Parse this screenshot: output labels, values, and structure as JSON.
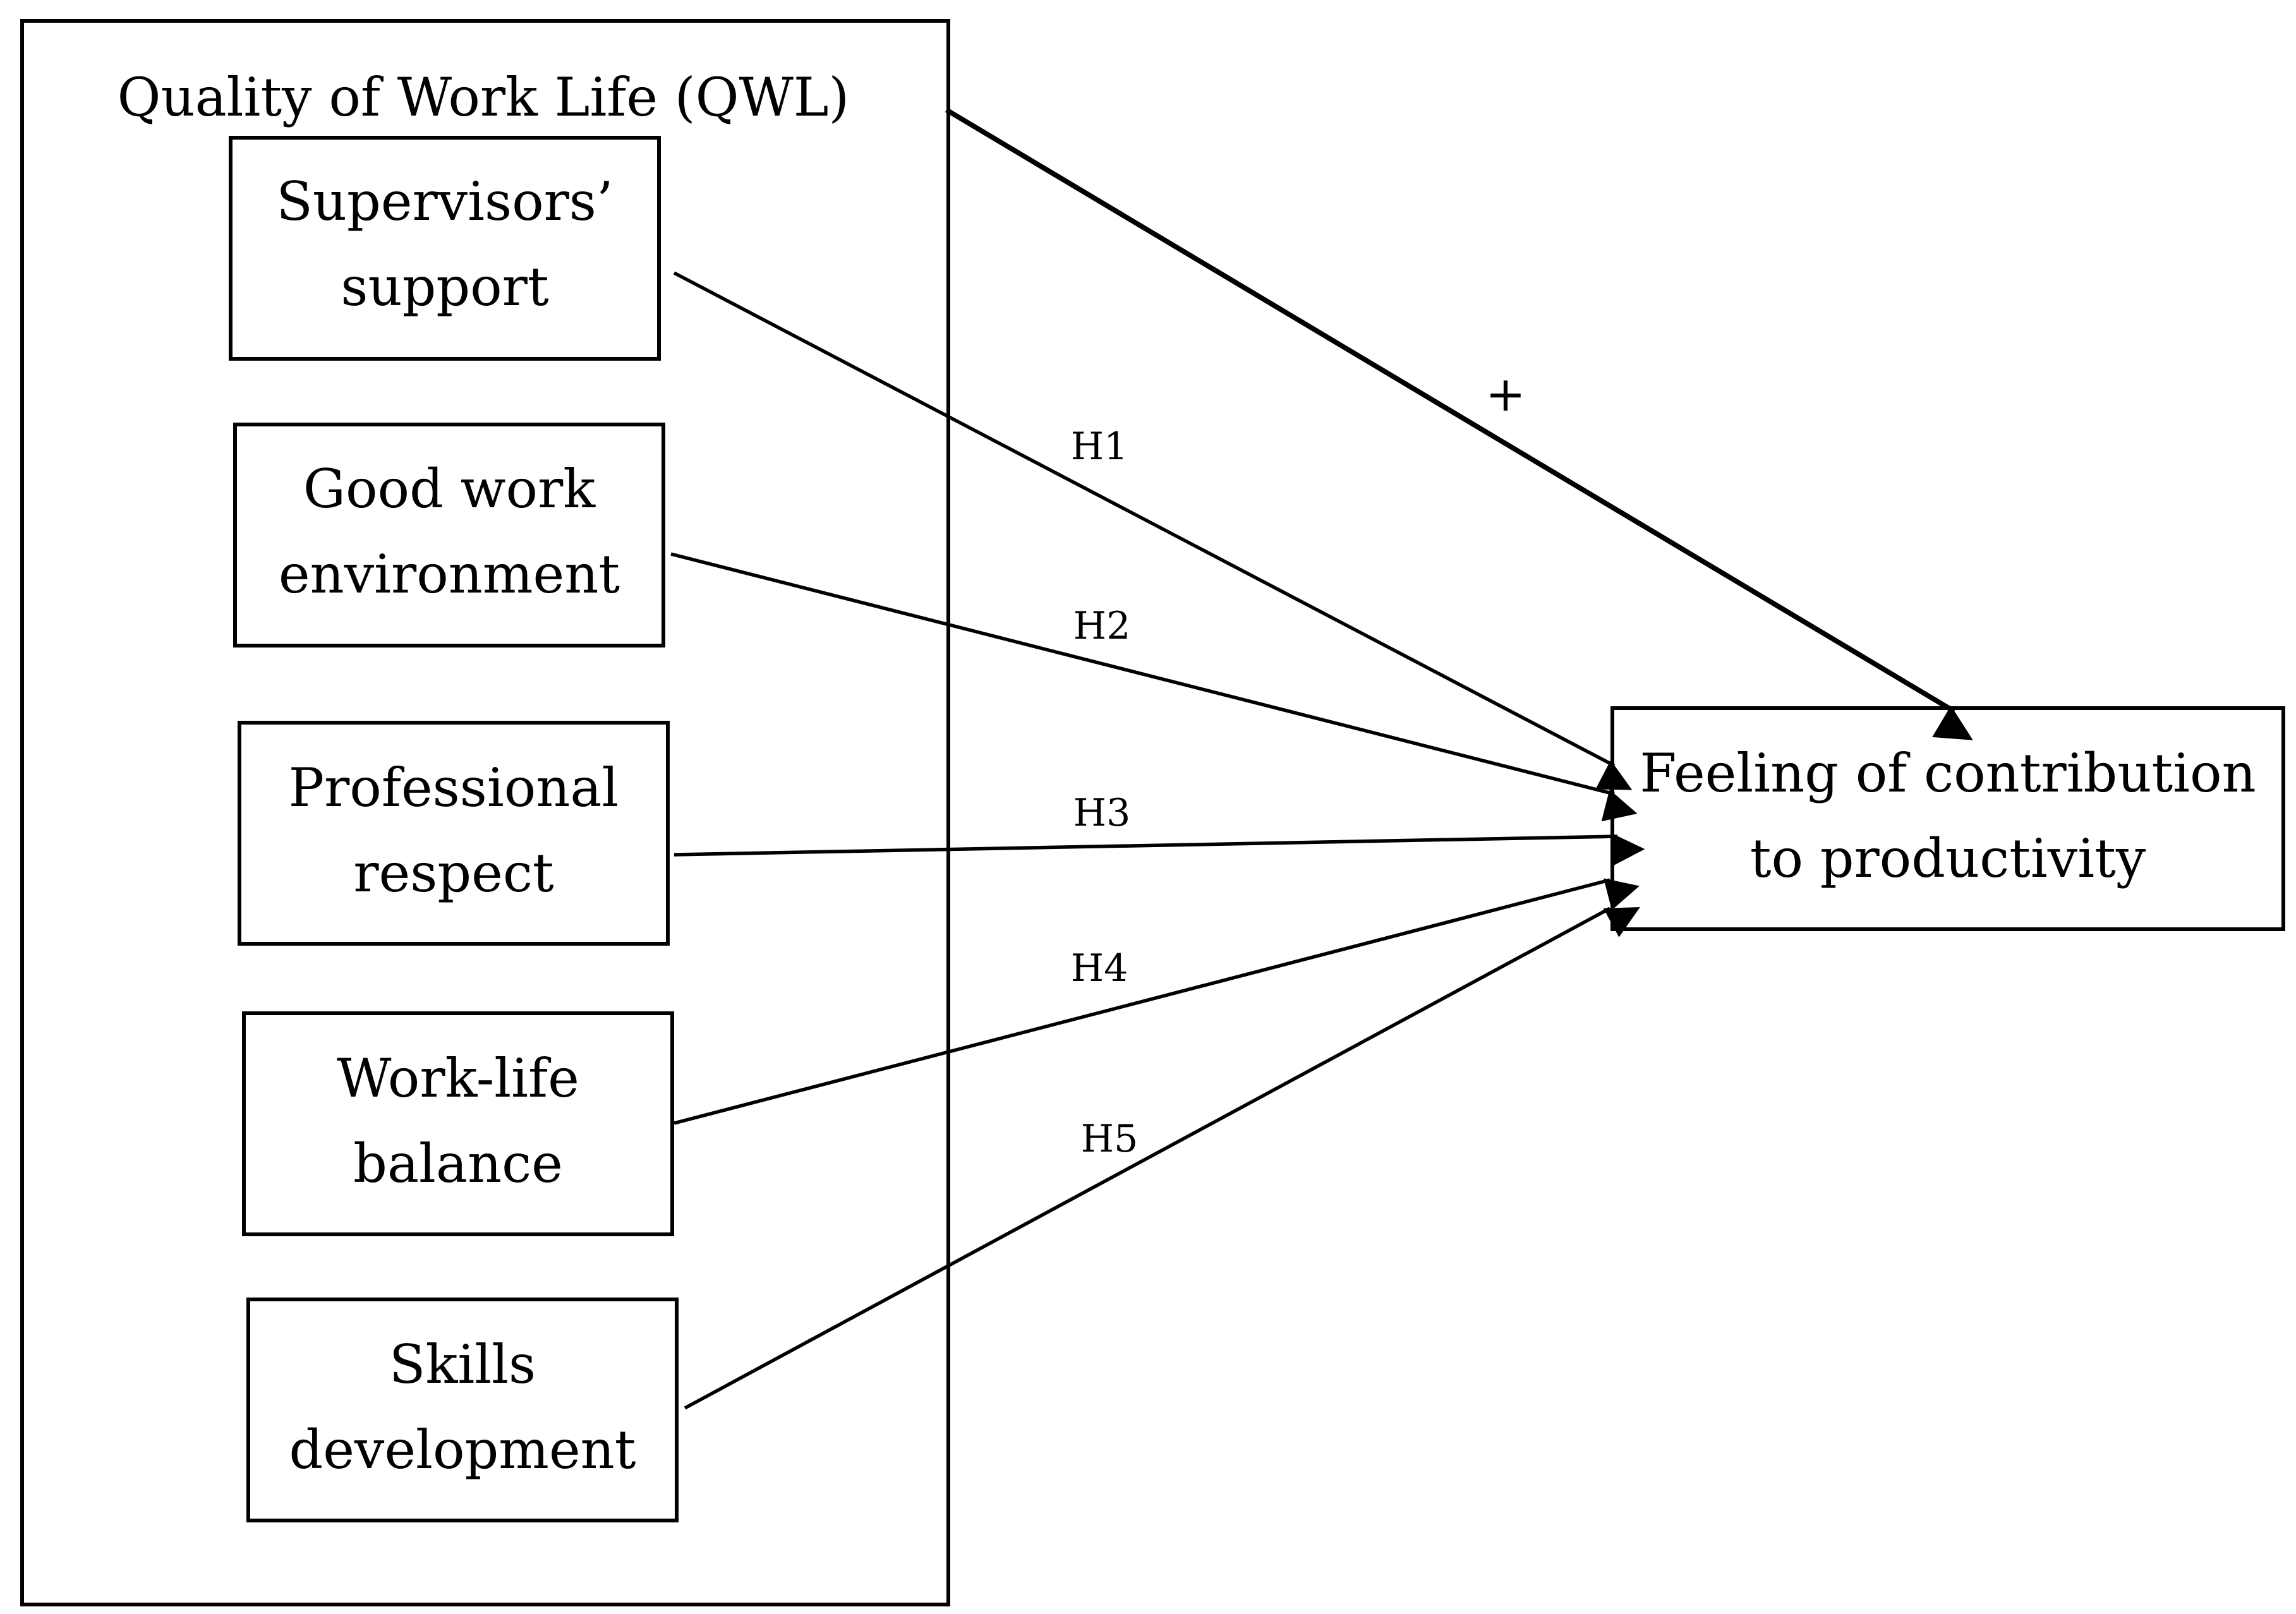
{
  "diagram": {
    "group": {
      "title": "Quality of Work Life (QWL)"
    },
    "factors": [
      {
        "lines": [
          "Supervisors’",
          "support"
        ]
      },
      {
        "lines": [
          "Good work",
          "environment"
        ]
      },
      {
        "lines": [
          "Professional",
          "respect"
        ]
      },
      {
        "lines": [
          "Work-life",
          "balance"
        ]
      },
      {
        "lines": [
          "Skills",
          "development"
        ]
      }
    ],
    "outcome": {
      "lines": [
        "Feeling of contribution",
        "to productivity"
      ]
    },
    "hypotheses": [
      "H1",
      "H2",
      "H3",
      "H4",
      "H5"
    ],
    "overall_effect": "+"
  }
}
